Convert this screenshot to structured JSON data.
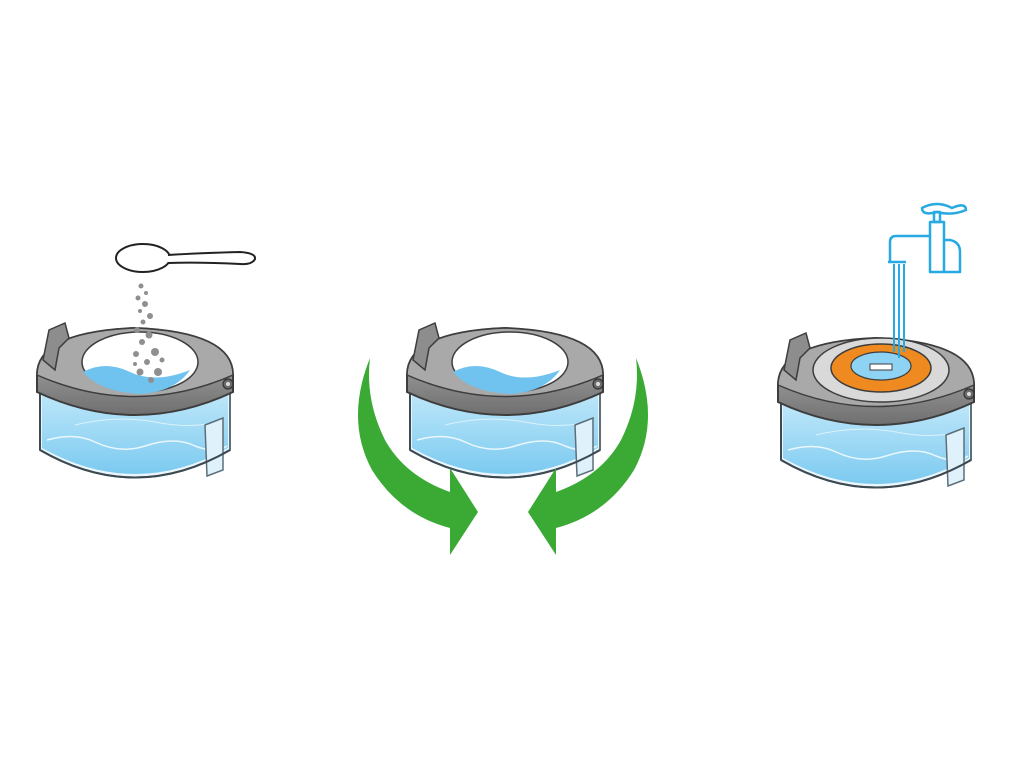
{
  "steps": [
    {
      "icon": "spoon-powder-icon",
      "content": "container-with-water"
    },
    {
      "icon": "swirl-arrows-icon",
      "content": "container-with-water"
    },
    {
      "icon": "tap-rinse-icon",
      "content": "container-with-filter"
    }
  ],
  "colors": {
    "water": "#9fd8f3",
    "water_dark": "#53b6e6",
    "rim": "#8a8a8a",
    "rim_dark": "#5b5b5b",
    "arrow": "#3aaa35",
    "tap": "#27a9e1",
    "filter": "#ee8a1f"
  }
}
